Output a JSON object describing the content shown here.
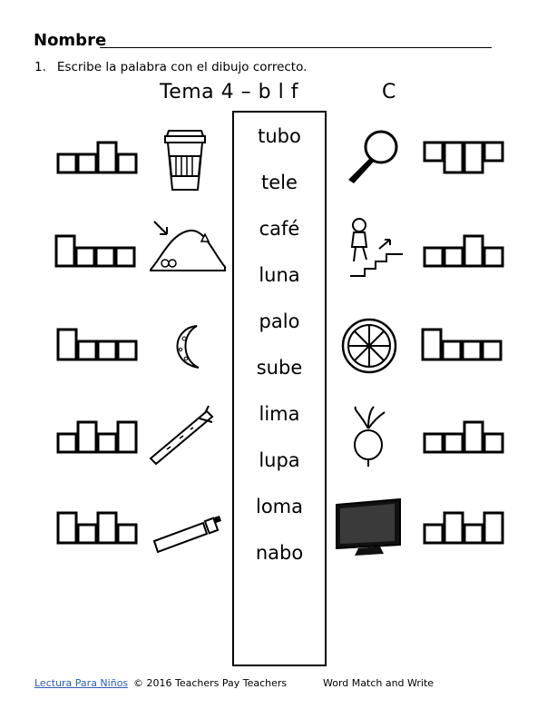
{
  "header": {
    "nombre_label": "Nombre",
    "instruction_number": "1.",
    "instruction_text": "Escribe la palabra con el dibujo correcto.",
    "theme_title": "Tema 4 – b l f",
    "theme_letter": "C"
  },
  "word_bank": [
    "tubo",
    "tele",
    "café",
    "luna",
    "palo",
    "sube",
    "lima",
    "lupa",
    "loma",
    "nabo"
  ],
  "left_column": [
    {
      "picture": "coffee-cup-icon",
      "box_pattern": [
        "short",
        "short",
        "tall",
        "short"
      ]
    },
    {
      "picture": "hill-icon",
      "box_pattern": [
        "tall",
        "short",
        "short",
        "short"
      ]
    },
    {
      "picture": "crescent-moon-icon",
      "box_pattern": [
        "tall",
        "short",
        "short",
        "short"
      ]
    },
    {
      "picture": "stick-icon",
      "box_pattern": [
        "short",
        "tall",
        "short",
        "tall"
      ]
    },
    {
      "picture": "paint-tube-icon",
      "box_pattern": [
        "tall",
        "short",
        "tall",
        "short"
      ]
    }
  ],
  "right_column": [
    {
      "picture": "magnifying-glass-icon",
      "box_pattern": [
        "short",
        "descender",
        "descender",
        "short"
      ]
    },
    {
      "picture": "person-climbing-stairs-icon",
      "box_pattern": [
        "short",
        "short",
        "tall",
        "short"
      ]
    },
    {
      "picture": "lime-slice-icon",
      "box_pattern": [
        "tall",
        "short",
        "short",
        "short"
      ]
    },
    {
      "picture": "turnip-icon",
      "box_pattern": [
        "short",
        "short",
        "tall",
        "short"
      ]
    },
    {
      "picture": "television-icon",
      "box_pattern": [
        "short",
        "tall",
        "short",
        "tall"
      ]
    }
  ],
  "footer": {
    "link_text": "Lectura Para Niños",
    "copyright": "© 2016 Teachers Pay Teachers",
    "worksheet_type": "Word Match and Write"
  },
  "colors": {
    "link": "#2a5db0",
    "ink": "#000000",
    "paper": "#ffffff"
  }
}
